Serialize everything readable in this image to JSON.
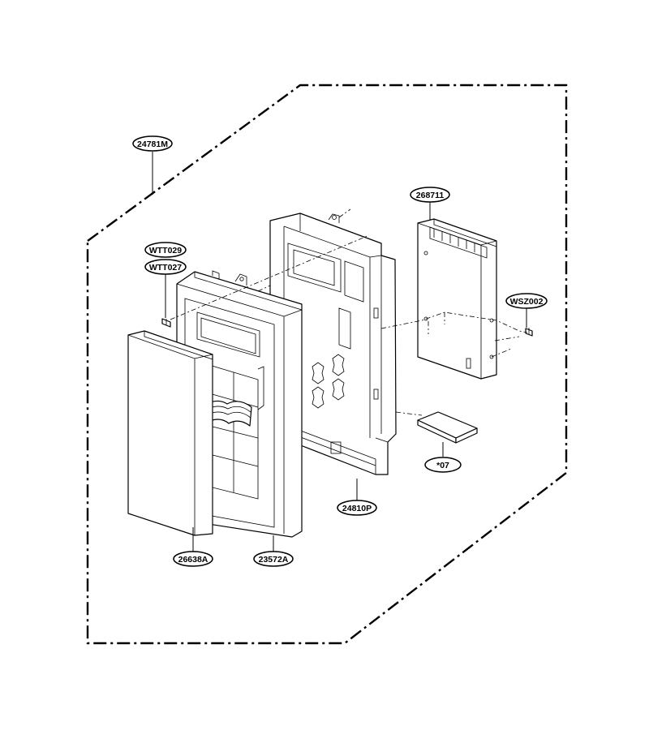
{
  "diagram": {
    "labels": [
      {
        "id": "24781M",
        "text": "24781M"
      },
      {
        "id": "268711",
        "text": "268711"
      },
      {
        "id": "WTT029",
        "text": "WTT029"
      },
      {
        "id": "WTT027",
        "text": "WTT027"
      },
      {
        "id": "WSZ002",
        "text": "WSZ002"
      },
      {
        "id": "07",
        "text": "*07"
      },
      {
        "id": "24810P",
        "text": "24810P"
      },
      {
        "id": "26638A",
        "text": "26638A"
      },
      {
        "id": "23572A",
        "text": "23572A"
      }
    ]
  }
}
